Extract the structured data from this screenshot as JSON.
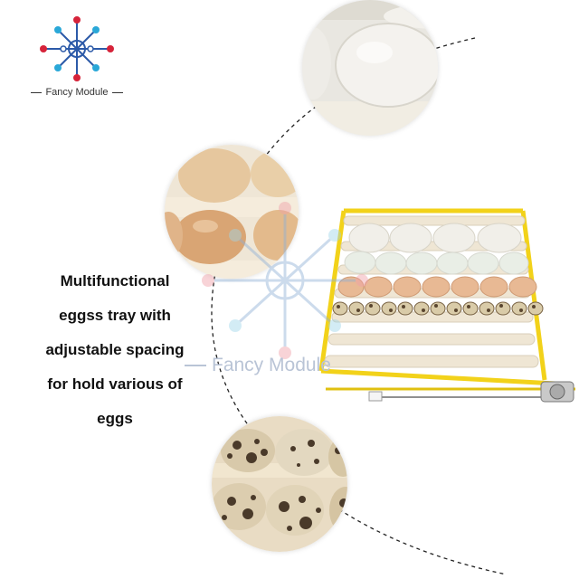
{
  "brand": {
    "name": "Fancy Module",
    "icon": "circuit-logo-icon"
  },
  "description": {
    "lines": [
      "Multifunctional",
      "eggss tray with",
      "adjustable spacing",
      "for hold various of",
      "eggs"
    ]
  },
  "watermark": {
    "text": "Fancy Module",
    "icon": "circuit-logo-icon"
  },
  "colors": {
    "tray_frame": "#f2d21a",
    "roller": "#efe6d4",
    "brand_blue": "#2c5aa8",
    "brand_red": "#d6233a",
    "brand_cyan": "#2aa8d8"
  }
}
